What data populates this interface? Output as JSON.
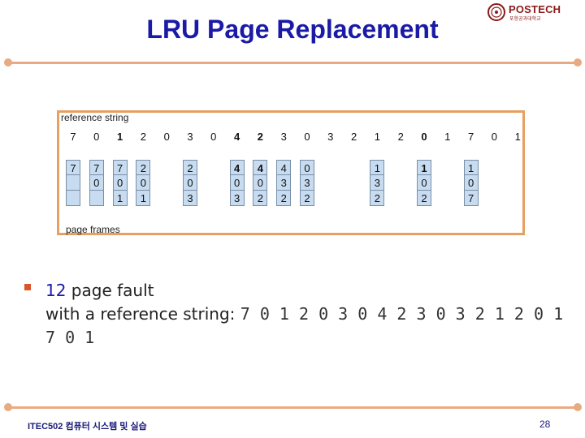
{
  "slide": {
    "title": "LRU Page Replacement",
    "logo_text": "POSTECH",
    "logo_sub": "포항공과대학교",
    "logo_icon": "university-seal",
    "colors": {
      "title": "#1a1aa6",
      "accent_rule": "#e8aa80",
      "frame_fill": "#c7dcf0",
      "figure_border": "#e6a060"
    }
  },
  "figure": {
    "reference_label": "reference string",
    "frames_label": "page frames",
    "reference_string": [
      "7",
      "0",
      "1",
      "2",
      "0",
      "3",
      "0",
      "4",
      "2",
      "3",
      "0",
      "3",
      "2",
      "1",
      "2",
      "0",
      "1",
      "7",
      "0",
      "1"
    ],
    "bold_indices": [
      2,
      7,
      8,
      15
    ],
    "frames": [
      {
        "ref_index": 0,
        "values": [
          "7",
          "",
          ""
        ],
        "bold": []
      },
      {
        "ref_index": 1,
        "values": [
          "7",
          "0",
          ""
        ],
        "bold": []
      },
      {
        "ref_index": 2,
        "values": [
          "7",
          "0",
          "1"
        ],
        "bold": []
      },
      {
        "ref_index": 3,
        "values": [
          "2",
          "0",
          "1"
        ],
        "bold": []
      },
      {
        "ref_index": 5,
        "values": [
          "2",
          "0",
          "3"
        ],
        "bold": []
      },
      {
        "ref_index": 7,
        "values": [
          "4",
          "0",
          "3"
        ],
        "bold": [
          0
        ]
      },
      {
        "ref_index": 8,
        "values": [
          "4",
          "0",
          "2"
        ],
        "bold": [
          0
        ]
      },
      {
        "ref_index": 9,
        "values": [
          "4",
          "3",
          "2"
        ],
        "bold": []
      },
      {
        "ref_index": 10,
        "values": [
          "0",
          "3",
          "2"
        ],
        "bold": []
      },
      {
        "ref_index": 13,
        "values": [
          "1",
          "3",
          "2"
        ],
        "bold": []
      },
      {
        "ref_index": 15,
        "values": [
          "1",
          "0",
          "2"
        ],
        "bold": [
          0
        ]
      },
      {
        "ref_index": 17,
        "values": [
          "1",
          "0",
          "7"
        ],
        "bold": []
      }
    ]
  },
  "bullet": {
    "count": "12",
    "line1_rest": " page fault",
    "line2_prefix": "with a reference string: ",
    "sequence": "7 0 1 2 0 3 0 4 2 3 0 3 2 1 2 0 1 7 0 1"
  },
  "footer": {
    "course": "ITEC502 컴퓨터 시스템 및 실습",
    "page_number": "28"
  }
}
